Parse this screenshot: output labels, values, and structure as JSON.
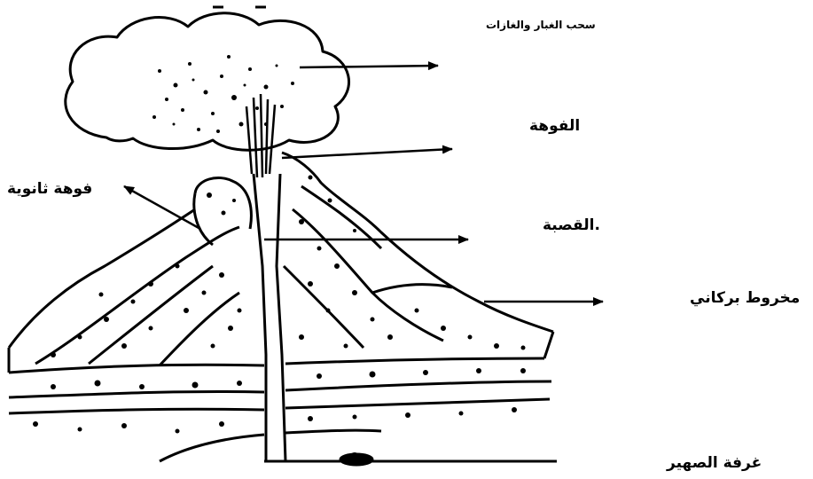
{
  "labels": {
    "cloud": "سحب الغبار والغازات",
    "vent": "الفوهة",
    "secondary_vent": "فوهة ثانوية",
    "conduit": ".القصبة",
    "cone": "مخروط بركاني",
    "magma_chamber": "غرفة الصهير"
  },
  "colors": {
    "ink": "#000000",
    "paper": "#ffffff"
  }
}
